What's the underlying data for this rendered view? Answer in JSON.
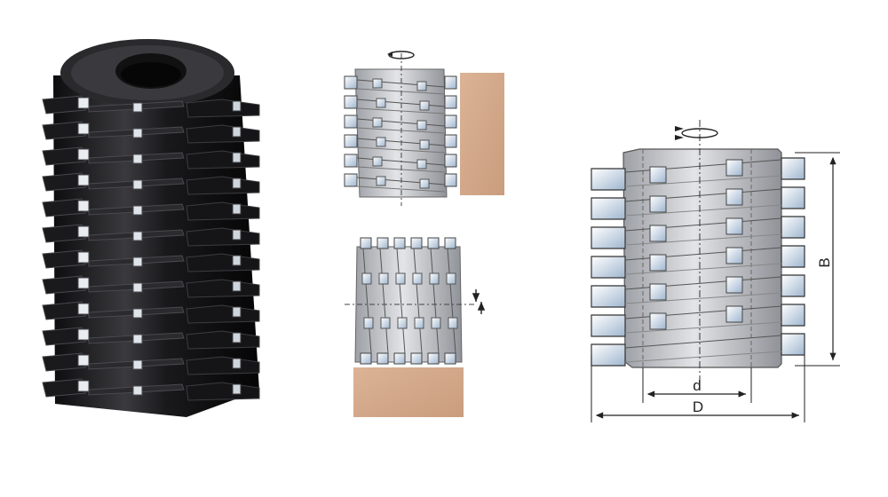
{
  "labels": {
    "d": "d",
    "D": "D",
    "B": "B"
  },
  "colors": {
    "background": "#ffffff",
    "wood": "#d3a98a",
    "steel": "#c8c8cc",
    "cutter_black": "#1e1e20",
    "insert": "#eef3f8",
    "dim_line": "#222222"
  },
  "icons": [
    "rotation-arrow-icon",
    "feed-direction-icon"
  ]
}
